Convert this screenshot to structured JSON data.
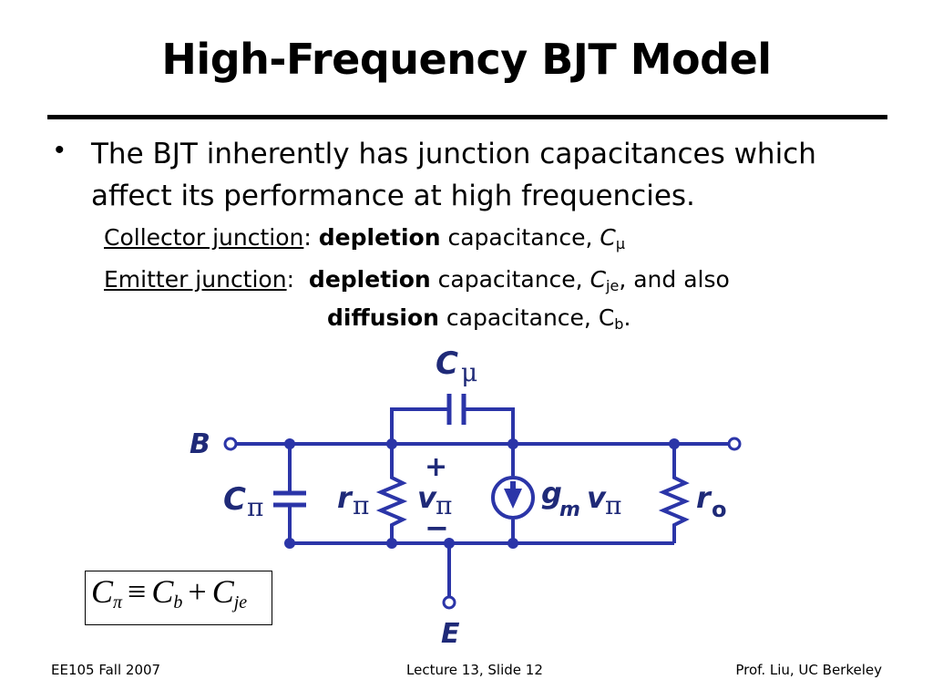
{
  "slide": {
    "title": "High-Frequency BJT Model",
    "bullet": "The BJT inherently has junction capacitances which affect its performance at high frequencies.",
    "sub1": {
      "label": "Collector junction",
      "colon": ":",
      "bold": "depletion",
      "text": "capacitance, ",
      "sym": "C",
      "sym_sub": "μ"
    },
    "sub2": {
      "label": "Emitter junction",
      "colon": ":",
      "bold": "depletion",
      "text": "capacitance, ",
      "sym": "C",
      "sym_sub": "je",
      "tail": ", and also"
    },
    "sub3": {
      "bold": "diffusion",
      "text": "capacitance, C",
      "sym_sub": "b",
      "end": "."
    },
    "circuit": {
      "labels": {
        "c_mu": "C",
        "c_mu_sub": "μ",
        "b": "B",
        "c_pi": "C",
        "c_pi_sub": "π",
        "r_pi": "r",
        "r_pi_sub": "π",
        "plus": "+",
        "v_pi": "v",
        "v_pi_sub": "π",
        "minus": "−",
        "gm": "g",
        "gm_sub": "m",
        "gm_v": "v",
        "gm_v_sub": "π",
        "r_o": "r",
        "r_o_sub": "o",
        "e": "E"
      },
      "wire_color": "#2b35a8"
    },
    "equation": {
      "lhs": "C",
      "lhs_sub": "π",
      "equiv": "≡",
      "t1": "C",
      "t1_sub": "b",
      "plus": "+",
      "t2": "C",
      "t2_sub": "je"
    },
    "footer": {
      "left": "EE105 Fall 2007",
      "center": "Lecture 13, Slide 12",
      "right": "Prof. Liu, UC Berkeley"
    }
  }
}
